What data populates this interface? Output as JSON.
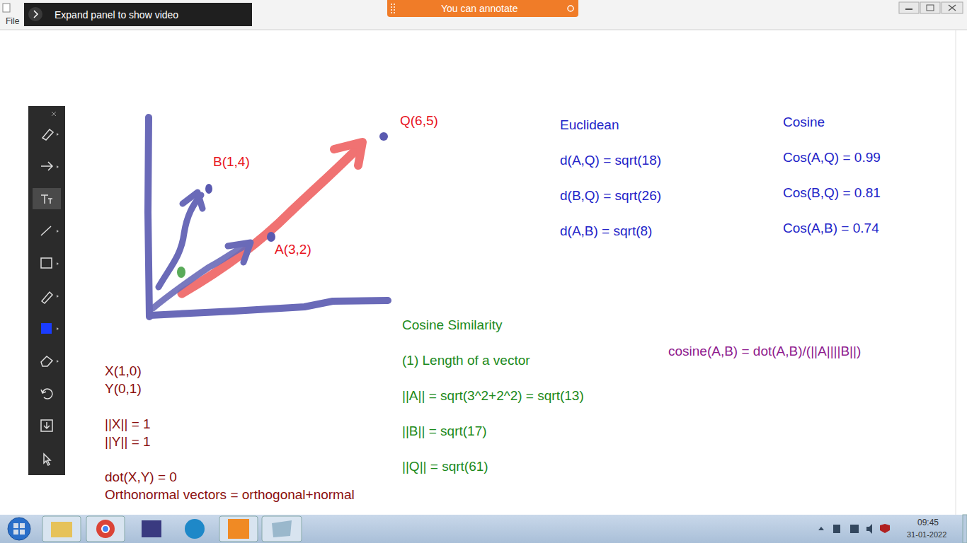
{
  "diagram": {
    "nodes": [
      {
        "text": [
          "Expand panel to show video"
        ]
      },
      {
        "text": [
          "You can annotate"
        ]
      }
    ],
    "labels": [
      "File",
      "Q(6,5)",
      "B(1,4)",
      "A(3,2)",
      "Euclidean",
      "d(A,Q) = sqrt(18)",
      "d(B,Q) = sqrt(26)",
      "d(A,B) = sqrt(8)",
      "Cosine",
      "Cos(A,Q) = 0.99",
      "Cos(B,Q) = 0.81",
      "Cos(A,B) = 0.74",
      "Cosine Similarity",
      "(1) Length of a vector",
      "||A|| = sqrt(3^2+2^2) = sqrt(13)",
      "||B|| = sqrt(17)",
      "||Q|| = sqrt(61)",
      "cosine(A,B) = dot(A,B)/(||A||||B||)",
      "X(1,0)",
      "Y(0,1)",
      "||X|| = 1",
      "||Y|| = 1",
      "dot(X,Y) = 0",
      "Orthonormal vectors = orthogonal+normal",
      "09:45",
      "31-01-2022"
    ]
  }
}
